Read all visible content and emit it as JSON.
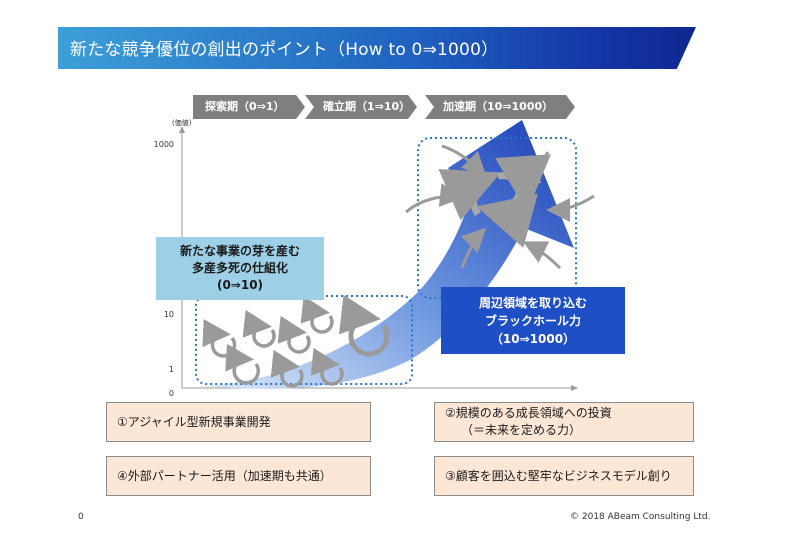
{
  "title": "新たな競争優位の創出のポイント（How to 0⇒1000）",
  "phases": [
    {
      "label": "探索期（0⇒1）"
    },
    {
      "label": "確立期（1⇒10）"
    },
    {
      "label": "加速期（10⇒1000）"
    }
  ],
  "axis": {
    "unit_label": "(価値)",
    "ticks": [
      "1000",
      "10",
      "1",
      "0"
    ]
  },
  "callouts": {
    "birth": [
      "新たな事業の芽を産む",
      "多産多死の仕組化",
      "(0⇒10)"
    ],
    "blackhole": [
      "周辺領域を取り込む",
      "ブラックホール力",
      "（10⇒1000）"
    ]
  },
  "points": [
    {
      "lines": [
        "①アジャイル型新規事業開発"
      ]
    },
    {
      "lines": [
        "②規模のある成長領域への投資",
        "（＝未来を定める力）"
      ]
    },
    {
      "lines": [
        "④外部パートナー活用（加速期も共通）"
      ]
    },
    {
      "lines": [
        "③顧客を囲込む堅牢なビジネスモデル創り"
      ]
    }
  ],
  "footer": {
    "page_number": "0",
    "copyright": "© 2018 ABeam Consulting Ltd."
  },
  "colors": {
    "title_gradient_start": "#3d9fd8",
    "title_gradient_end": "#0f2890",
    "phase_gray": "#7f7f7f",
    "arrow_blue": "#1f4fc4",
    "light_blue": "#9dcfe6",
    "point_fill": "#fce6d6",
    "cycle_gray": "#9a9a9a"
  }
}
